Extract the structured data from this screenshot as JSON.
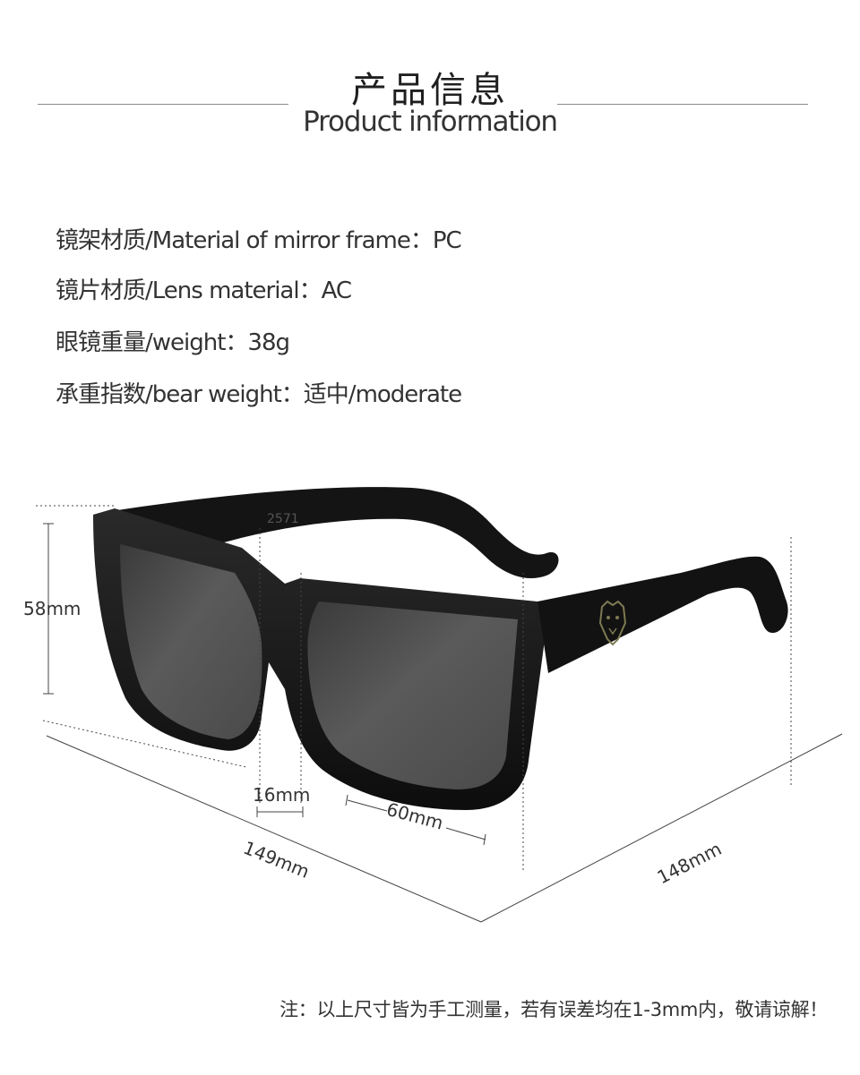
{
  "header": {
    "title_cn": "产品信息",
    "title_en": "Product information"
  },
  "specs": [
    "镜架材质/Material of mirror frame：PC",
    "镜片材质/Lens material：AC",
    "眼镜重量/weight：38g",
    "承重指数/bear weight：适中/moderate"
  ],
  "dimensions": {
    "height": "58mm",
    "bridge": "16mm",
    "lens_width": "60mm",
    "front_width": "149mm",
    "temple_length": "148mm"
  },
  "product": {
    "model_number": "2571",
    "emblem_icon": "tiger-head-icon"
  },
  "note": "注：以上尺寸皆为手工测量，若有误差均在1-3mm内，敬请谅解！"
}
